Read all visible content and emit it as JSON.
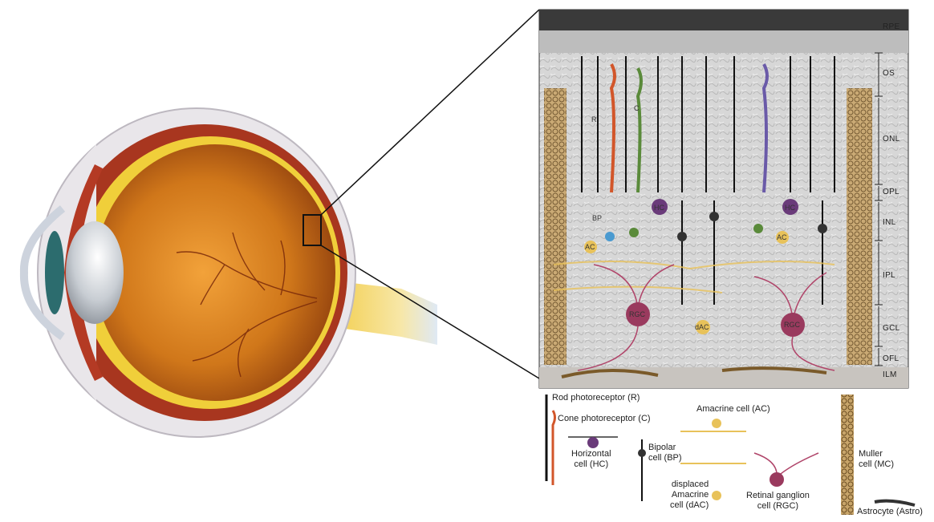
{
  "layers": [
    "RPE",
    "OS",
    "ONL",
    "OPL",
    "INL",
    "IPL",
    "GCL",
    "OFL",
    "ILM"
  ],
  "cell_labels": {
    "rod": "R",
    "cone": "C",
    "bipolar": "BP",
    "horizontal": "HC",
    "amacrine": "AC",
    "ganglion": "RGC",
    "displaced_amacrine": "dAC"
  },
  "legend": {
    "rod": "Rod photoreceptor (R)",
    "cone": "Cone photoreceptor (C)",
    "horizontal": "Horizontal\ncell (HC)",
    "bipolar": "Bipolar\ncell (BP)",
    "amacrine": "Amacrine cell (AC)",
    "displaced_amacrine": "displaced\nAmacrine\ncell (dAC)",
    "ganglion": "Retinal ganglion\ncell (RGC)",
    "muller": "Muller\ncell (MC)",
    "astrocyte": "Astrocyte (Astro)"
  },
  "colors": {
    "sclera": "#e9e6ea",
    "choroid": "#a8361f",
    "retina": "#f0cf3a",
    "vitreous": "#c9680f",
    "cone": "#d2562a",
    "horizontal": "#6a3b7a",
    "amacrine": "#e8c25a",
    "ganglion": "#b0456a",
    "muller": "#8a6a3a",
    "panel_bg": "#d6d6d6"
  }
}
